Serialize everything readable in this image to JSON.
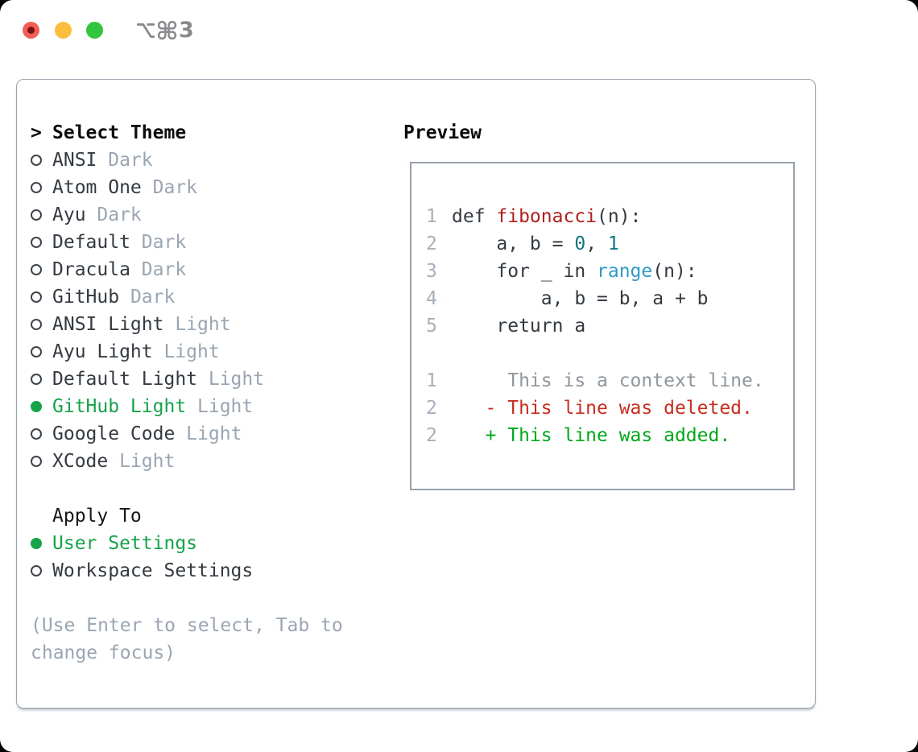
{
  "window": {
    "shortcut": "⌥⌘3",
    "shortcut_digit": "3"
  },
  "colors": {
    "selected_green": "#16a34a",
    "added_green": "#00a81b",
    "deleted_red": "#c62e1e",
    "function_red": "#b01f1f",
    "number_teal": "#0e7682",
    "call_blue": "#2f99cb",
    "muted_gray": "#9aa5b2",
    "linenum_gray": "#a6afbb",
    "context_gray": "#8f969e",
    "text_dark": "#343a41",
    "traffic_red": "#f25f58",
    "traffic_yellow": "#fbbe3c",
    "traffic_green": "#32c63c"
  },
  "theme_panel": {
    "prompt": ">",
    "title": "Select Theme",
    "items": [
      {
        "name": "ANSI",
        "variant": "Dark",
        "selected": false
      },
      {
        "name": "Atom One",
        "variant": "Dark",
        "selected": false
      },
      {
        "name": "Ayu",
        "variant": "Dark",
        "selected": false
      },
      {
        "name": "Default",
        "variant": "Dark",
        "selected": false
      },
      {
        "name": "Dracula",
        "variant": "Dark",
        "selected": false
      },
      {
        "name": "GitHub",
        "variant": "Dark",
        "selected": false
      },
      {
        "name": "ANSI Light",
        "variant": "Light",
        "selected": false
      },
      {
        "name": "Ayu Light",
        "variant": "Light",
        "selected": false
      },
      {
        "name": "Default Light",
        "variant": "Light",
        "selected": false
      },
      {
        "name": "GitHub Light",
        "variant": "Light",
        "selected": true
      },
      {
        "name": "Google Code",
        "variant": "Light",
        "selected": false
      },
      {
        "name": "XCode",
        "variant": "Light",
        "selected": false
      }
    ],
    "apply_to": {
      "title": "Apply To",
      "options": [
        {
          "label": "User Settings",
          "selected": true
        },
        {
          "label": "Workspace Settings",
          "selected": false
        }
      ]
    },
    "hint_lines": [
      "(Use Enter to select, Tab to",
      "change focus)"
    ]
  },
  "preview": {
    "title": "Preview",
    "lines": [
      {
        "num": "1",
        "segs": [
          [
            "def ",
            "fg"
          ],
          [
            "fibonacci",
            "func"
          ],
          [
            "(n):",
            "fg"
          ]
        ]
      },
      {
        "num": "2",
        "segs": [
          [
            "    a, b = ",
            "fg"
          ],
          [
            "0",
            "num"
          ],
          [
            ", ",
            "fg"
          ],
          [
            "1",
            "num"
          ]
        ]
      },
      {
        "num": "3",
        "segs": [
          [
            "    for _ in ",
            "fg"
          ],
          [
            "range",
            "call"
          ],
          [
            "(n):",
            "fg"
          ]
        ]
      },
      {
        "num": "4",
        "segs": [
          [
            "        a, b = b, a + b",
            "fg"
          ]
        ]
      },
      {
        "num": "5",
        "segs": [
          [
            "    return a",
            "fg"
          ]
        ]
      },
      {
        "num": "",
        "segs": []
      },
      {
        "num": "1",
        "segs": [
          [
            "     This is a context line.",
            "context"
          ]
        ]
      },
      {
        "num": "2",
        "segs": [
          [
            "   - This line was deleted.",
            "del"
          ]
        ]
      },
      {
        "num": "2",
        "segs": [
          [
            "   + This line was added.",
            "add"
          ]
        ]
      }
    ]
  }
}
